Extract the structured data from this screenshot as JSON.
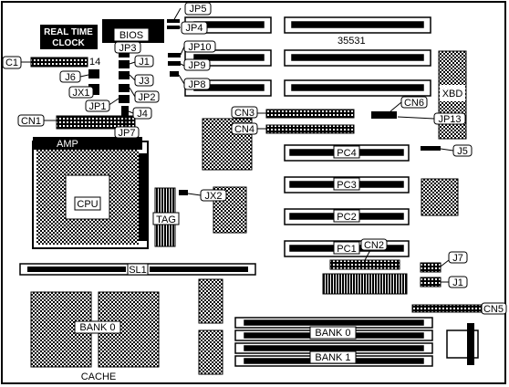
{
  "board": {
    "model": "35531",
    "rtc": [
      "REAL TIME",
      "CLOCK"
    ],
    "bios": "BIOS",
    "amp": "AMP",
    "cpu": "CPU",
    "tag": "TAG",
    "xbd": "XBD",
    "sl1": "SL1",
    "cache": "CACHE",
    "cache_bank": "BANK 0",
    "pin14": "14",
    "simm_bank0": "BANK 0",
    "simm_bank1": "BANK 1"
  },
  "callouts": {
    "jp5": "JP5",
    "jp4": "JP4",
    "jp3": "JP3",
    "j1_top": "J1",
    "jp10": "JP10",
    "jp9": "JP9",
    "c1": "C1",
    "j6": "J6",
    "j3": "J3",
    "jx1": "JX1",
    "jp2": "JP2",
    "jp8": "JP8",
    "jp1": "JP1",
    "j4": "J4",
    "cn6": "CN6",
    "cn3": "CN3",
    "cn1": "CN1",
    "jp7": "JP7",
    "jp13": "JP13",
    "cn4": "CN4",
    "pc4": "PC4",
    "j5": "J5",
    "pc3": "PC3",
    "jx2": "JX2",
    "pc2": "PC2",
    "cn2": "CN2",
    "pc1": "PC1",
    "j7": "J7",
    "j1_bot": "J1",
    "cn5": "CN5"
  }
}
